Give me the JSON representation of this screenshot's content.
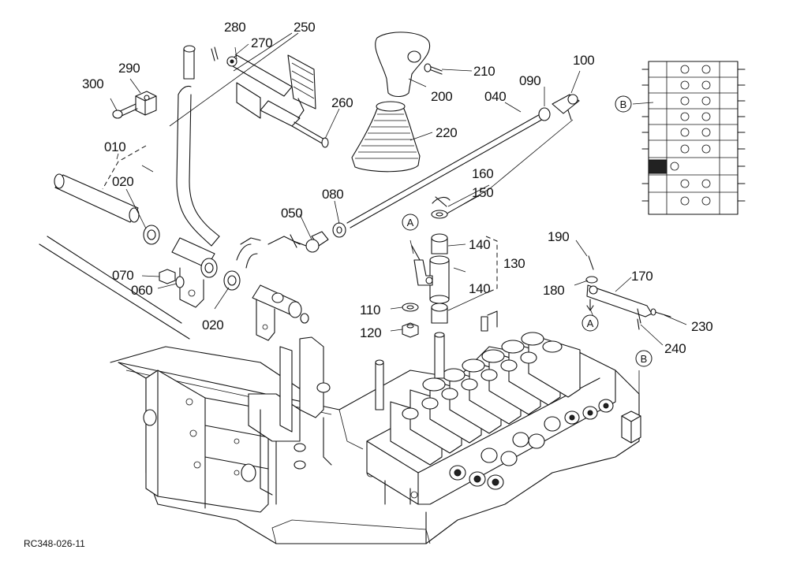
{
  "drawing_code": "RC348-026-11",
  "part_labels": {
    "p010": "010",
    "p020a": "020",
    "p020b": "020",
    "p040": "040",
    "p050": "050",
    "p060": "060",
    "p070": "070",
    "p080": "080",
    "p090": "090",
    "p100": "100",
    "p110": "110",
    "p120": "120",
    "p130": "130",
    "p140a": "140",
    "p140b": "140",
    "p150": "150",
    "p160": "160",
    "p170": "170",
    "p180": "180",
    "p190": "190",
    "p200": "200",
    "p210": "210",
    "p220": "220",
    "p230": "230",
    "p240": "240",
    "p250": "250",
    "p260": "260",
    "p270": "270",
    "p280": "280",
    "p290": "290",
    "p300": "300"
  },
  "callouts": {
    "a_top": "A",
    "a_bottom": "A",
    "b_inset": "B",
    "b_lower": "B"
  }
}
